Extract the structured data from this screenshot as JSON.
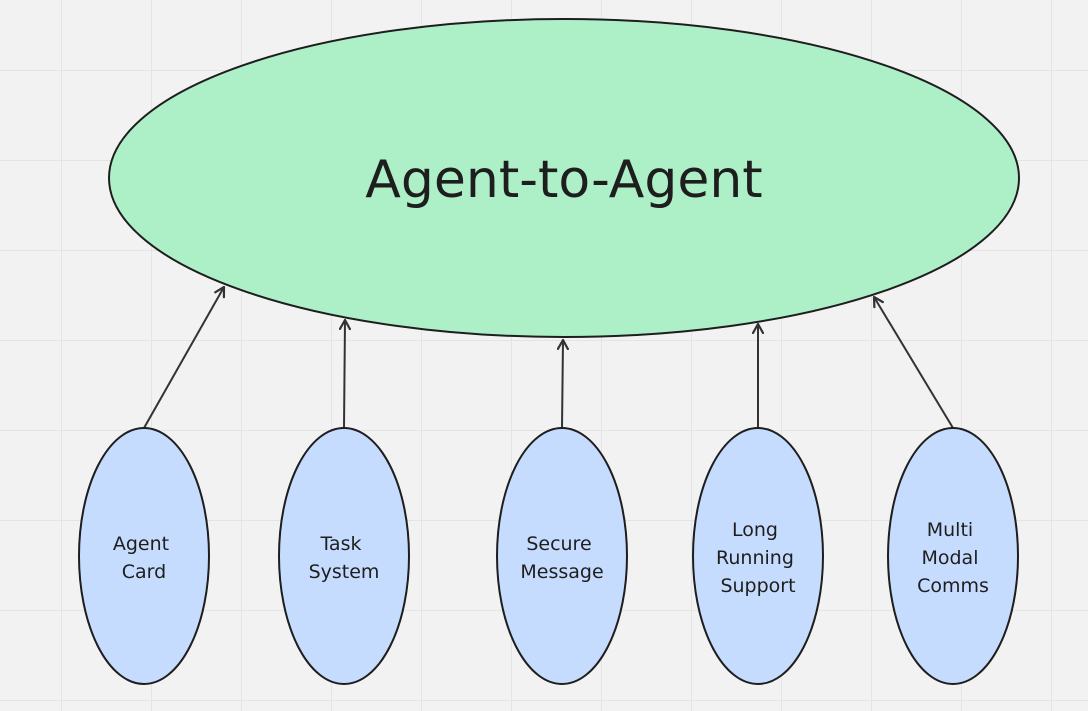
{
  "canvas": {
    "background": "#f2f2f2",
    "grid_color": "#e4e4e4"
  },
  "central_node": {
    "label": "Agent-to-Agent",
    "fill": "#adf0c7",
    "stroke": "#1e1e1e"
  },
  "child_nodes": [
    {
      "id": "agent-card",
      "lines": [
        "Agent",
        "Card"
      ]
    },
    {
      "id": "task-system",
      "lines": [
        "Task",
        "System"
      ]
    },
    {
      "id": "secure-message",
      "lines": [
        "Secure",
        "Message"
      ]
    },
    {
      "id": "long-running-support",
      "lines": [
        "Long",
        "Running",
        "Support"
      ]
    },
    {
      "id": "multi-modal-comms",
      "lines": [
        "Multi",
        "Modal",
        "Comms"
      ]
    }
  ],
  "child_style": {
    "fill": "#c6dcfe",
    "stroke": "#1e1e1e"
  },
  "edge_style": {
    "stroke": "#333333"
  }
}
